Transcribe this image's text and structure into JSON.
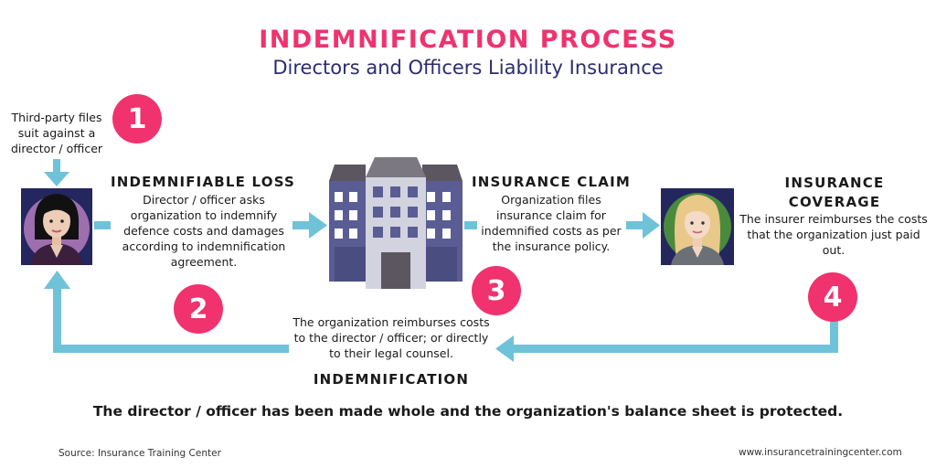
{
  "title": "INDEMNIFICATION PROCESS",
  "subtitle": "Directors and Officers Liability Insurance",
  "colors": {
    "title": "#f0326e",
    "subtitle": "#2b2d6e",
    "badge": "#f0326e",
    "arrow": "#6fc3d9",
    "building_wing": "#5a5d94",
    "building_roof": "#5b5660",
    "building_center": "#d2d3de",
    "director_bg": "#9d6fae",
    "insurer_bg": "#4a8a3c",
    "portrait_frame": "#24265e"
  },
  "trigger_text": "Third-party files suit against a director / officer",
  "steps": [
    {
      "number": "1"
    },
    {
      "number": "2",
      "heading": "INDEMNIFIABLE LOSS",
      "text": "Director / officer asks organization to indemnify defence costs and damages according to indemnification agreement."
    },
    {
      "number": "3",
      "heading": "INSURANCE CLAIM",
      "text": "Organization files insurance claim for indemnified costs as per the insurance policy."
    },
    {
      "number": "4",
      "heading": "INSURANCE COVERAGE",
      "text": "The insurer reimburses the costs that the organization just paid out."
    }
  ],
  "indemnification": {
    "heading": "INDEMNIFICATION",
    "text": "The organization reimburses costs to the director / officer; or directly to their legal counsel."
  },
  "conclusion": "The director / officer has been made whole and the organization's balance sheet is protected.",
  "footer": {
    "source": "Source: Insurance Training Center",
    "website": "www.insurancetrainingcenter.com"
  },
  "icons": {
    "director": "director-portrait-icon",
    "organization": "office-building-icon",
    "insurer": "insurer-portrait-icon"
  }
}
